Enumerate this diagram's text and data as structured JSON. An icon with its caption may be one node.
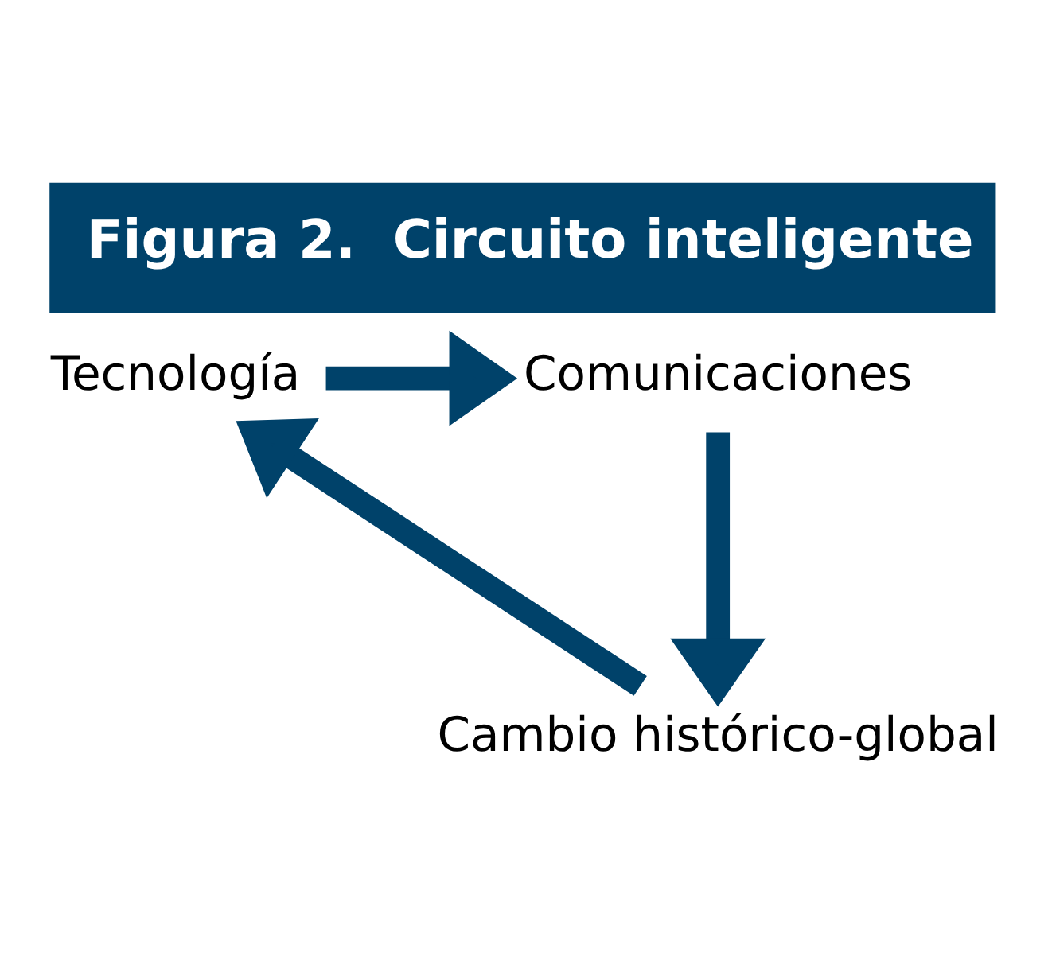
{
  "diagram": {
    "title": "Figura 2.  Circuito inteligente",
    "nodes": [
      {
        "text": [
          "Tecnología"
        ]
      },
      {
        "text": [
          "Comunicaciones"
        ]
      },
      {
        "text": [
          "Cambio histórico-global"
        ]
      }
    ],
    "edges": [
      {
        "from": 0,
        "to": 1,
        "arrow": "to"
      },
      {
        "from": 1,
        "to": 2,
        "arrow": "to"
      },
      {
        "from": 2,
        "to": 0,
        "arrow": "to"
      }
    ]
  }
}
